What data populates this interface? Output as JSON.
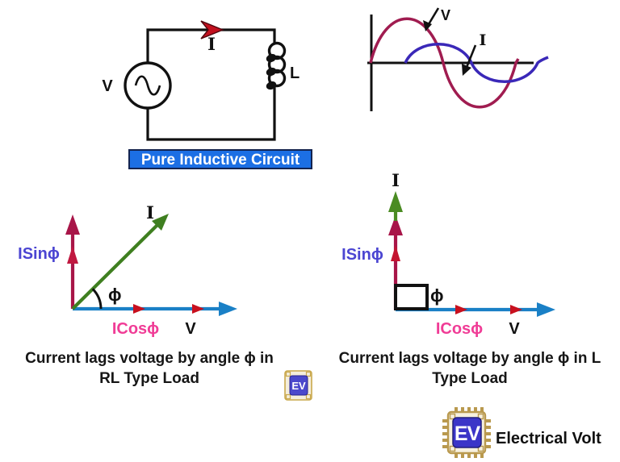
{
  "colors": {
    "wire_black": "#111111",
    "red_arrow": "#C2101E",
    "banner_blue": "#1C6FE4",
    "voltage_wave_crimson": "#A01C50",
    "current_wave_blue": "#3A28B8",
    "crimson_phasor": "#A81548",
    "green_phasor": "#3F7F20",
    "blue_phasor": "#1A80C6",
    "isin_text_violet": "#4B45D2",
    "icos_text_pink": "#F03C96",
    "logo_gold": "#B9994E",
    "logo_blue": "#3B35C8"
  },
  "circuit": {
    "voltage_source_label": "V",
    "current_label": "I",
    "inductor_label": "L",
    "caption": "Pure Inductive Circuit"
  },
  "waveform": {
    "voltage_label": "V",
    "current_label": "I"
  },
  "phasor_rl_load": {
    "current_phasor_label": "I",
    "isin_label": "ISinϕ",
    "icos_label": "ICosϕ",
    "voltage_label": "V",
    "phase_angle_label": "ϕ",
    "caption_line1": "Current lags voltage by angle ϕ in",
    "caption_line2": "RL Type Load"
  },
  "phasor_l_load": {
    "current_phasor_label": "I",
    "isin_label": "ISinϕ",
    "icos_label": "ICosϕ",
    "voltage_label": "V",
    "phase_angle_label": "ϕ",
    "caption_line1": "Current lags voltage by angle ϕ in L",
    "caption_line2": "Type Load"
  },
  "branding": {
    "small_logo_text": "EV",
    "logo_text": "EV",
    "brand_name": "Electrical Volt"
  }
}
